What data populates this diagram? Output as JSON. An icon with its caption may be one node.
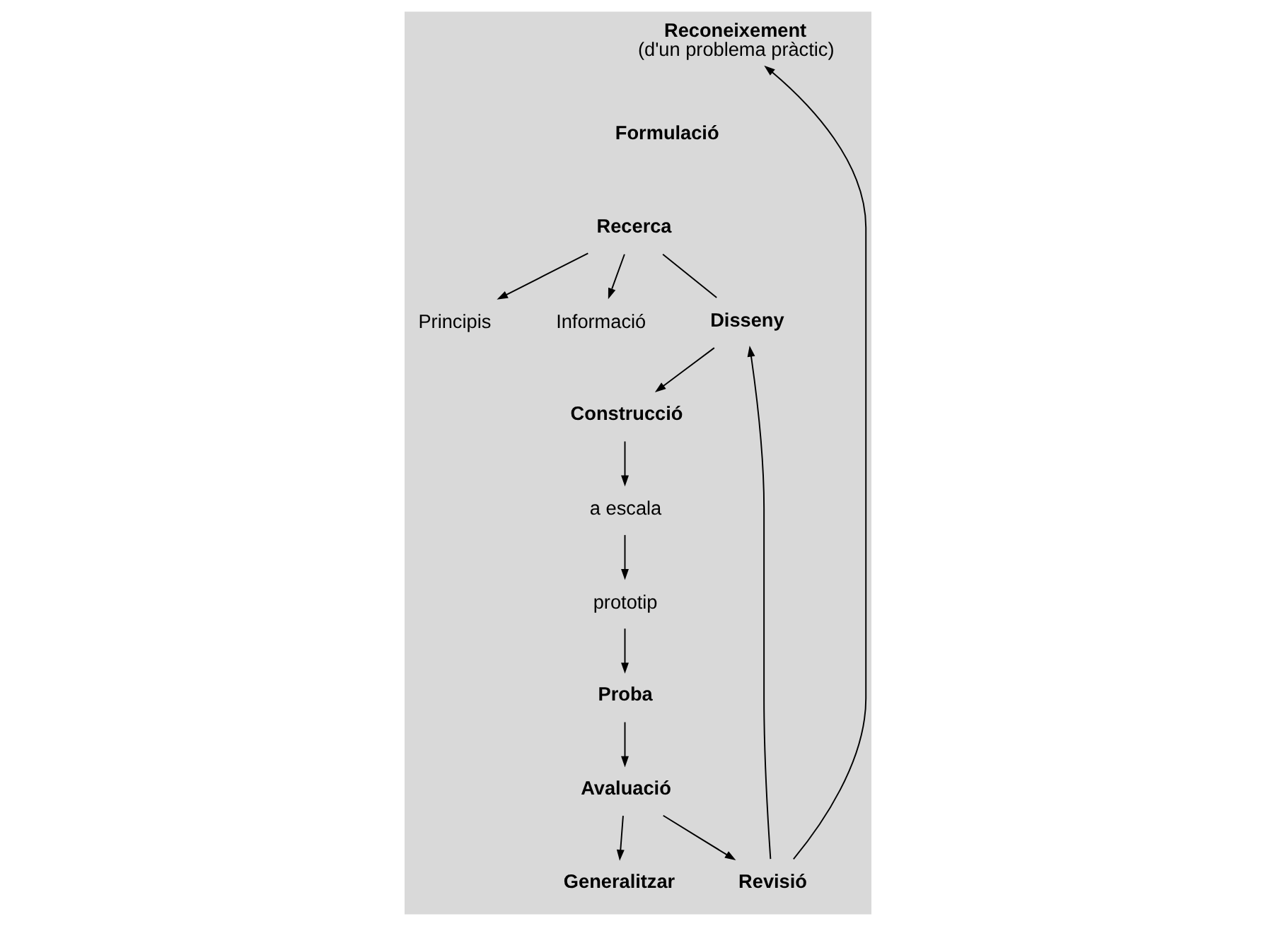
{
  "diagram": {
    "nodes": [
      {
        "text": [
          "Reconeixement",
          "(d'un problema pràctic)"
        ]
      },
      {
        "text": [
          "Formulació"
        ]
      },
      {
        "text": [
          "Recerca"
        ]
      },
      {
        "text": [
          "Principis"
        ]
      },
      {
        "text": [
          "Informació"
        ]
      },
      {
        "text": [
          "Disseny"
        ]
      },
      {
        "text": [
          "Construcció"
        ]
      },
      {
        "text": [
          "a escala"
        ]
      },
      {
        "text": [
          "prototip"
        ]
      },
      {
        "text": [
          "Proba"
        ]
      },
      {
        "text": [
          "Avaluació"
        ]
      },
      {
        "text": [
          "Revisió"
        ]
      },
      {
        "text": [
          "Generalitzar"
        ]
      }
    ],
    "edges": [
      {
        "from": 11,
        "to": 0,
        "arrow": "to"
      },
      {
        "from": 2,
        "to": 5,
        "arrow": "none"
      },
      {
        "from": 2,
        "to": 3,
        "arrow": "to"
      },
      {
        "from": 2,
        "to": 4,
        "arrow": "to"
      },
      {
        "from": 11,
        "to": 5,
        "arrow": "to"
      },
      {
        "from": 5,
        "to": 6,
        "arrow": "to"
      },
      {
        "from": 6,
        "to": 7,
        "arrow": "to"
      },
      {
        "from": 7,
        "to": 8,
        "arrow": "to"
      },
      {
        "from": 8,
        "to": 9,
        "arrow": "to"
      },
      {
        "from": 9,
        "to": 10,
        "arrow": "to"
      },
      {
        "from": 10,
        "to": 11,
        "arrow": "to"
      },
      {
        "from": 10,
        "to": 12,
        "arrow": "to"
      }
    ]
  }
}
